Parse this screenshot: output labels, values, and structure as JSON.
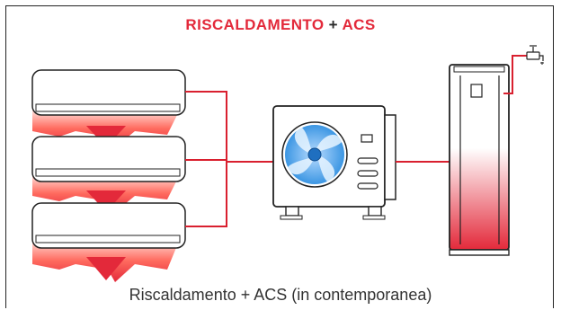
{
  "title": {
    "part1": "RISCALDAMENTO",
    "plus": "+",
    "part2": "ACS"
  },
  "caption": "Riscaldamento + ACS (in contemporanea)",
  "indoor_units": [
    {
      "name": "indoor-unit-top"
    },
    {
      "name": "indoor-unit-middle"
    },
    {
      "name": "indoor-unit-bottom"
    }
  ],
  "colors": {
    "accent": "#e3293a",
    "pipe": "#d9202f",
    "outline": "#222222",
    "fan_blue": "#2f8fe0",
    "heat_light": "#ffd6cf"
  },
  "icons": [
    "outdoor-heat-pump",
    "fan-icon",
    "water-tank",
    "tap-icon"
  ]
}
